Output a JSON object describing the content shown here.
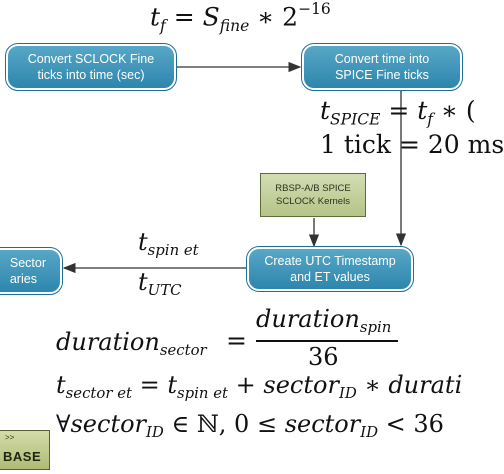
{
  "equations": {
    "top": {
      "lhs_var": "t",
      "lhs_sub": "f",
      "eq": " = ",
      "rhs_var": "S",
      "rhs_sub": "fine",
      "op": " ∗ 2",
      "exp": "−16"
    },
    "spice": {
      "var": "t",
      "sub": "SPICE",
      "eq": " = ",
      "rhs_var": "t",
      "rhs_sub": "f",
      "tail": " ∗ ("
    },
    "tick": "1 tick = 20 ms",
    "left_labels": {
      "top_var": "t",
      "top_sub": "spin et",
      "bottom_var": "t",
      "bottom_sub": "UTC"
    },
    "duration": {
      "lhs_var": "duration",
      "lhs_sub": "sector",
      "eq": "=",
      "num_var": "duration",
      "num_sub": "spin",
      "den": "36"
    },
    "sector_et": {
      "var": "t",
      "sub": "sector et",
      "eq": " = ",
      "rhs_var": "t",
      "rhs_sub": "spin et",
      "plus": " + ",
      "term_var": "sector",
      "term_sub": "ID",
      "tail": " ∗ durati"
    },
    "forall": {
      "prefix": "∀",
      "var": "sector",
      "sub": "ID",
      "mid": " ∈ ℕ, 0 ≤ ",
      "var2": "sector",
      "sub2": "ID",
      "tail": " < 36"
    }
  },
  "boxes": {
    "convert_sclock": "Convert SCLOCK Fine\nticks into time (sec)",
    "convert_spice": "Convert time into\nSPICE Fine ticks",
    "create_utc": "Create UTC Timestamp\nand ET values",
    "kernels": "RBSP-A/B SPICE\nSCLOCK Kernels",
    "sector_partial": "Sector\naries",
    "database_partial": "BASE",
    "database_arrow": ">>"
  },
  "colors": {
    "blue_box": "#3a93b9",
    "green_box": "#c5d29d",
    "arrow": "#333333"
  }
}
